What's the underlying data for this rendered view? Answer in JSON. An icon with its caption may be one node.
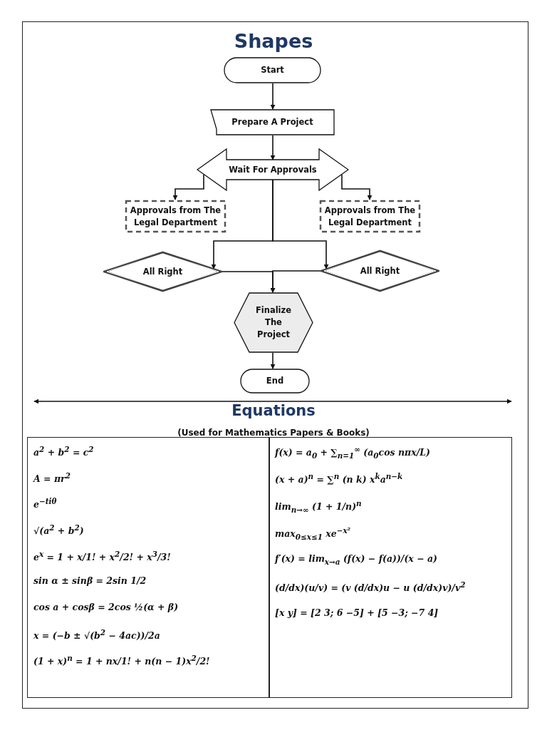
{
  "diagram": {
    "title": "Shapes",
    "nodes": [
      {
        "text": [
          "Start"
        ]
      },
      {
        "text": [
          "Prepare A Project"
        ]
      },
      {
        "text": [
          "Wait For Approvals"
        ]
      },
      {
        "text": [
          "Approvals from The Legal Department"
        ]
      },
      {
        "text": [
          "Approvals from The Legal Department"
        ]
      },
      {
        "text": [
          "All Right"
        ]
      },
      {
        "text": [
          "All Right"
        ]
      },
      {
        "text": [
          "Finalize The Project"
        ]
      },
      {
        "text": [
          "End"
        ]
      }
    ],
    "edges": [
      {
        "from": 0,
        "to": 1,
        "arrow": "to"
      },
      {
        "from": 1,
        "to": 2,
        "arrow": "to"
      },
      {
        "from": 2,
        "to": 3,
        "arrow": "to"
      },
      {
        "from": 2,
        "to": 4,
        "arrow": "to"
      },
      {
        "from": 2,
        "to": 5,
        "arrow": "to"
      },
      {
        "from": 2,
        "to": 6,
        "arrow": "to"
      },
      {
        "from": 5,
        "to": 7,
        "arrow": "to"
      },
      {
        "from": 6,
        "to": 7,
        "arrow": "to"
      },
      {
        "from": 7,
        "to": 8,
        "arrow": "to"
      }
    ],
    "labels": [
      "Equations",
      "(Used for Mathematics Papers & Books)",
      "a$^{2}$ + b$^{2}$ = c$^{2}$",
      "A = πr$^{2}$",
      "e$^{−tiθ}$",
      "√(a$^{2}$ + b$^{2}$)",
      "e$^{x}$ = 1 + x/1! + x$^{2}$/2! + x$^{3}$/3!",
      "sin α ± sinβ = 2sin 1/2",
      "cos a + cosβ = 2cos ½(α + β)",
      "x = (−b ± √(b$^{2}$ − 4ac))/2a",
      "(1 + x)$^{n}$ = 1 + nx/1! + n(n − 1)x$^{2}$/2!",
      "f(x) = a$_{0}$ + ∑$_{n=1}$$^{∞}$ (a$_{0}$cos nπx/L)",
      "(x + a)$^{n}$ = ∑$^{n}$ (n k) x$^{k}$a$^{n−k}$",
      "lim$_{n→∞}$ (1 + 1/n)$^{n}$",
      "max$_{0≤x≤1}$ xe$^{−x²}$",
      "f′(x) = lim$_{x→a}$ (f(x) − f(a))/(x − a)",
      "(d/dx)(u/v) = (v (d/dx)u − u (d/dx)v)/v$^{2}$",
      "[x y] = [2 3; 6 −5] + [5 −3; −7 4]"
    ]
  }
}
